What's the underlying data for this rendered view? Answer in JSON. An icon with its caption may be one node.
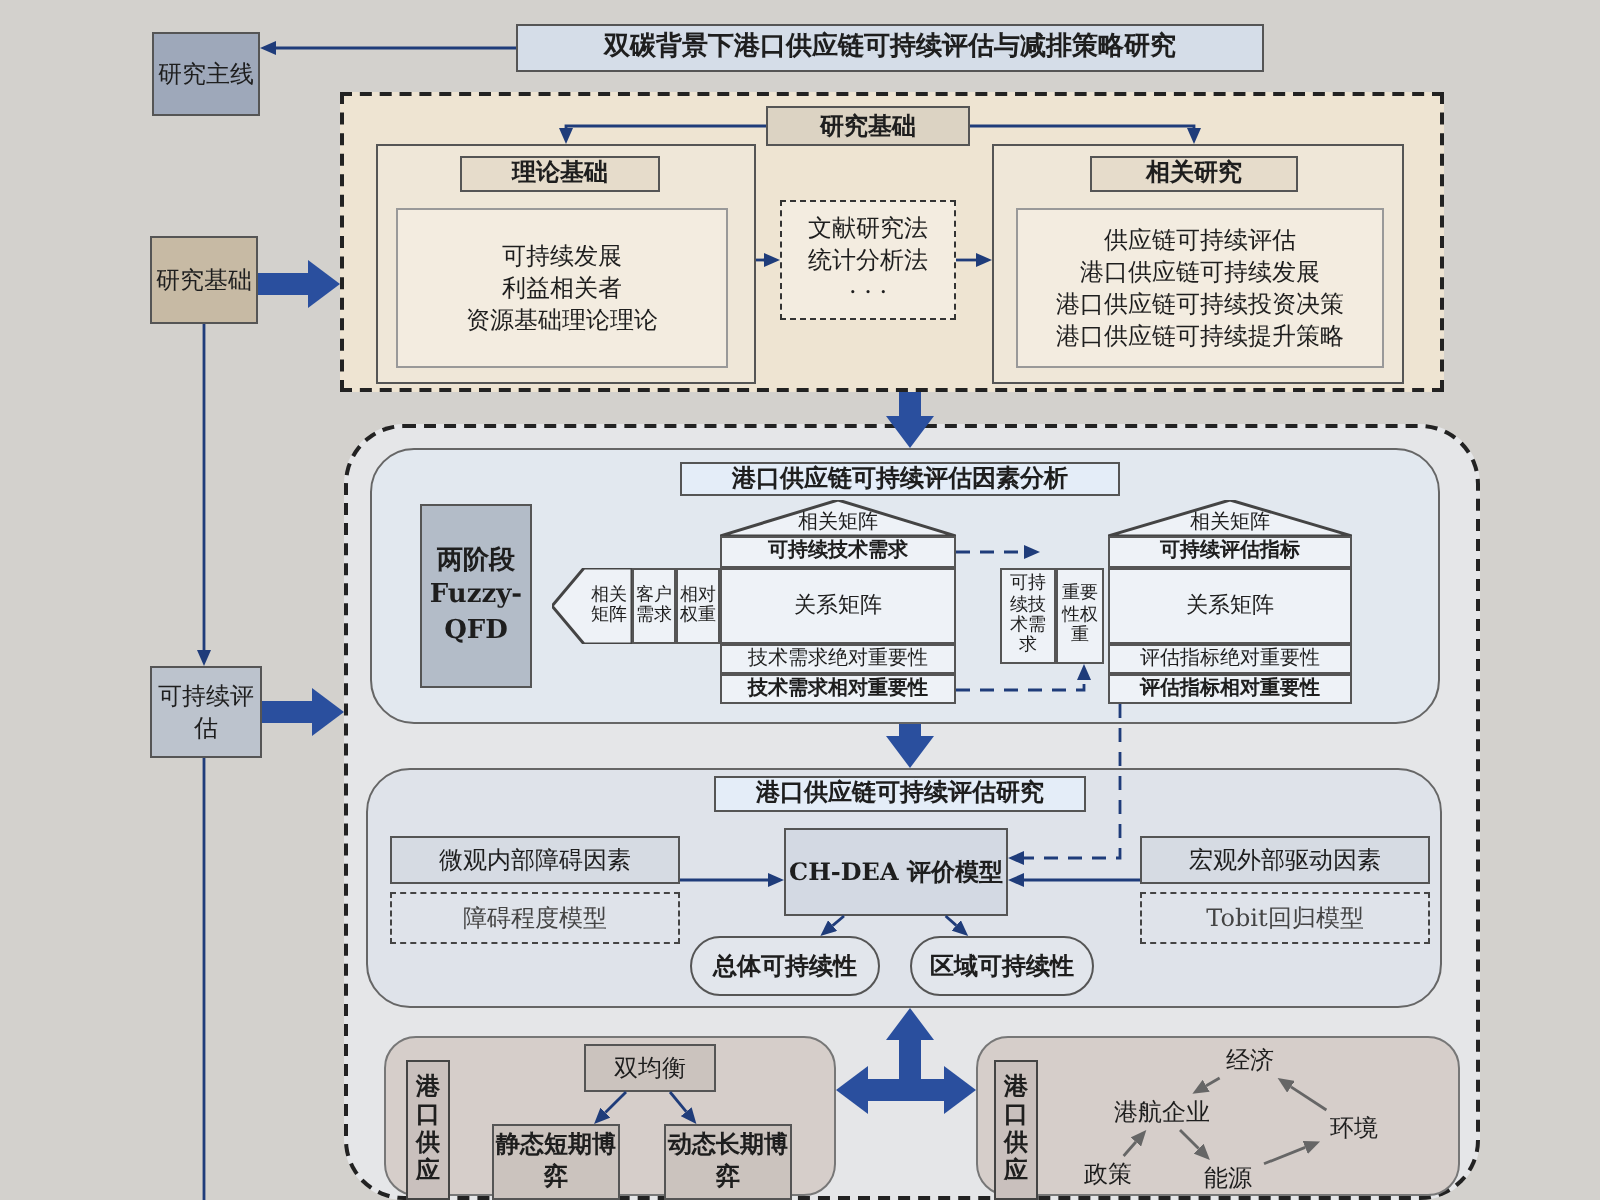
{
  "diagram": {
    "nodes": [
      {
        "text": [
          "双碳背景下港口供应链可持续评估与减排策略研究"
        ]
      },
      {
        "text": [
          "研究主线"
        ]
      },
      {
        "text": [
          "研究基础"
        ]
      },
      {
        "text": [
          "可持续评估"
        ]
      },
      {
        "text": [],
        "shape": "box"
      },
      {
        "text": [
          "研究基础"
        ],
        "in": 4
      },
      {
        "text": [
          "理论基础"
        ],
        "in": 4
      },
      {
        "text": [
          "可持续发展",
          "利益相关者",
          "资源基础理论理论"
        ],
        "in": 6
      },
      {
        "text": [
          "文献研究法",
          "统计分析法",
          "· · ·"
        ],
        "in": 4
      },
      {
        "text": [
          "相关研究"
        ],
        "in": 4
      },
      {
        "text": [
          "供应链可持续评估",
          "港口供应链可持续发展",
          "港口供应链可持续投资决策",
          "港口供应链可持续提升策略"
        ],
        "in": 9
      },
      {
        "text": [],
        "shape": "box"
      },
      {
        "text": [
          "港口供应链可持续评估因素分析"
        ],
        "in": 11
      },
      {
        "text": [
          "两阶段Fuzzy-QFD"
        ],
        "in": 12
      },
      {
        "text": [
          "相关矩阵"
        ],
        "in": 12
      },
      {
        "text": [
          "可持续技术需求"
        ],
        "in": 12
      },
      {
        "text": [
          "关系矩阵"
        ],
        "in": 12
      },
      {
        "text": [
          "技术需求绝对重要性"
        ],
        "in": 12
      },
      {
        "text": [
          "技术需求相对重要性"
        ],
        "in": 12
      },
      {
        "text": [
          "相关矩阵"
        ],
        "in": 12
      },
      {
        "text": [
          "客户需求"
        ],
        "in": 12
      },
      {
        "text": [
          "相对权重"
        ],
        "in": 12
      },
      {
        "text": [
          "可持续技术需求"
        ],
        "in": 12
      },
      {
        "text": [
          "重要性权重"
        ],
        "in": 12
      },
      {
        "text": [
          "相关矩阵"
        ],
        "in": 12
      },
      {
        "text": [
          "可持续评估指标"
        ],
        "in": 12
      },
      {
        "text": [
          "关系矩阵"
        ],
        "in": 12
      },
      {
        "text": [
          "评估指标绝对重要性"
        ],
        "in": 12
      },
      {
        "text": [
          "评估指标相对重要性"
        ],
        "in": 12
      },
      {
        "text": [
          "港口供应链可持续评估研究"
        ],
        "in": 11
      },
      {
        "text": [
          "微观内部障碍因素"
        ],
        "in": 29
      },
      {
        "text": [
          "障碍程度模型"
        ],
        "in": 29
      },
      {
        "text": [
          "CH-DEA 评价模型"
        ],
        "in": 29
      },
      {
        "text": [
          "宏观外部驱动因素"
        ],
        "in": 29
      },
      {
        "text": [
          "Tobit回归模型"
        ],
        "in": 29
      },
      {
        "text": [
          "总体可持续性"
        ],
        "in": 29
      },
      {
        "text": [
          "区域可持续性"
        ],
        "in": 29
      },
      {
        "text": [
          "港口供应"
        ],
        "in": 11
      },
      {
        "text": [
          "双均衡"
        ],
        "in": 37
      },
      {
        "text": [
          "静态短期博弈"
        ],
        "in": 37
      },
      {
        "text": [
          "动态长期博弈"
        ],
        "in": 37
      },
      {
        "text": [
          "港口供应"
        ],
        "in": 11
      },
      {
        "text": [
          "经济"
        ],
        "in": 41
      },
      {
        "text": [
          "港航企业"
        ],
        "in": 41
      },
      {
        "text": [
          "环境"
        ],
        "in": 41
      },
      {
        "text": [
          "政策"
        ],
        "in": 41
      },
      {
        "text": [
          "能源"
        ],
        "in": 41
      }
    ],
    "edges": [
      {
        "from": 0,
        "to": 1,
        "arrow": "to"
      },
      {
        "from": 2,
        "to": 3,
        "arrow": "to"
      },
      {
        "from": 3,
        "to": null,
        "arrow": "none"
      },
      {
        "from": 2,
        "to": 4,
        "arrow": "to",
        "style": "thick"
      },
      {
        "from": 3,
        "to": 11,
        "arrow": "to",
        "style": "thick"
      },
      {
        "from": 5,
        "to": 6,
        "arrow": "to"
      },
      {
        "from": 5,
        "to": 9,
        "arrow": "to"
      },
      {
        "from": 6,
        "to": 8,
        "arrow": "to"
      },
      {
        "from": 8,
        "to": 9,
        "arrow": "to"
      },
      {
        "from": 4,
        "to": 12,
        "arrow": "to",
        "style": "thick"
      },
      {
        "from": 12,
        "to": 29,
        "arrow": "to",
        "style": "thick"
      },
      {
        "from": 15,
        "to": 22,
        "arrow": "to",
        "style": "dashed"
      },
      {
        "from": 18,
        "to": 23,
        "arrow": "to",
        "style": "dashed"
      },
      {
        "from": 28,
        "to": 32,
        "arrow": "to",
        "style": "dashed"
      },
      {
        "from": 30,
        "to": 32,
        "arrow": "to"
      },
      {
        "from": 33,
        "to": 32,
        "arrow": "to"
      },
      {
        "from": 32,
        "to": 35,
        "arrow": "to"
      },
      {
        "from": 32,
        "to": 36,
        "arrow": "to"
      },
      {
        "from": null,
        "to": 29,
        "arrow": "to",
        "style": "thick"
      },
      {
        "from": null,
        "to": 37,
        "arrow": "to",
        "style": "thick"
      },
      {
        "from": null,
        "to": 41,
        "arrow": "to",
        "style": "thick"
      },
      {
        "from": 38,
        "to": 39,
        "arrow": "to"
      },
      {
        "from": 38,
        "to": 40,
        "arrow": "to"
      },
      {
        "from": 42,
        "to": 43,
        "arrow": "to",
        "color": "#666666"
      },
      {
        "from": 44,
        "to": 42,
        "arrow": "to",
        "color": "#666666"
      },
      {
        "from": 46,
        "to": 44,
        "arrow": "to",
        "color": "#666666"
      },
      {
        "from": 43,
        "to": 46,
        "arrow": "to",
        "color": "#666666"
      },
      {
        "from": 45,
        "to": 43,
        "arrow": "to",
        "color": "#666666"
      }
    ]
  }
}
